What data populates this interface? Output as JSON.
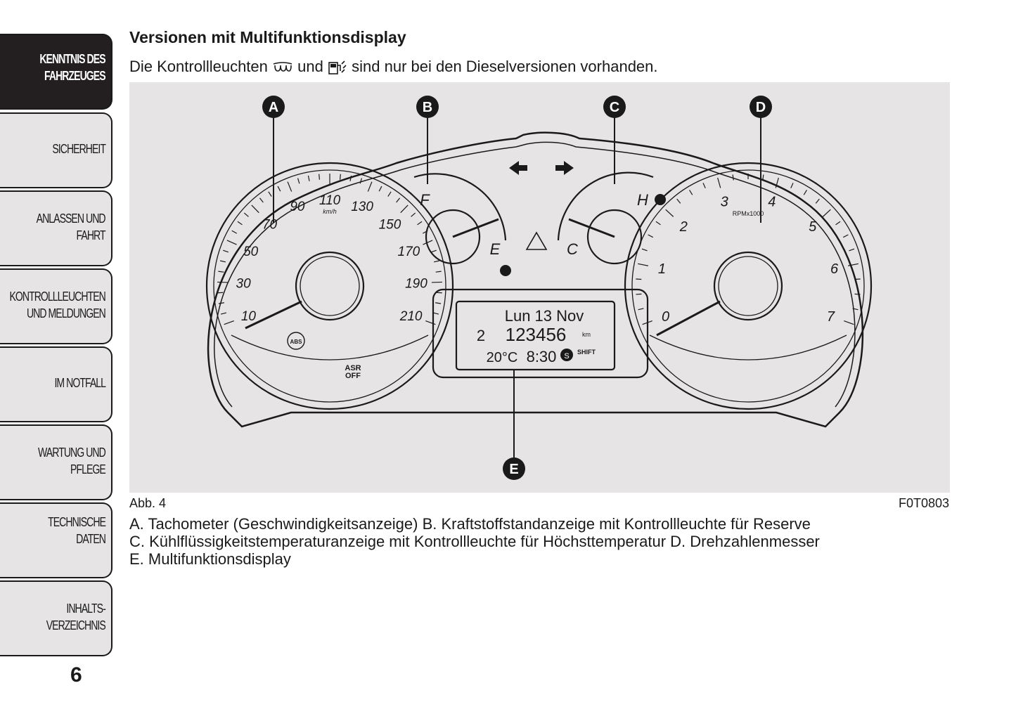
{
  "sidebar": {
    "tabs": [
      {
        "label": "KENNTNIS DES\nFAHRZEUGES",
        "active": true
      },
      {
        "label": "SICHERHEIT",
        "active": false
      },
      {
        "label": "ANLASSEN UND\nFAHRT",
        "active": false
      },
      {
        "label": "KONTROLLLEUCHTEN\nUND MELDUNGEN",
        "active": false
      },
      {
        "label": "IM NOTFALL",
        "active": false
      },
      {
        "label": "WARTUNG UND\nPFLEGE",
        "active": false
      },
      {
        "label": "TECHNISCHE DATEN",
        "active": false
      },
      {
        "label": "INHALTS-\nVERZEICHNIS",
        "active": false
      }
    ]
  },
  "page_number": "6",
  "section_heading": "Versionen mit Multifunktionsdisplay",
  "intro": {
    "part1": "Die Kontrollleuchten",
    "part2": "und",
    "part3": "sind nur bei den Dieselversionen vorhanden.",
    "icon1": "glow-plug-icon",
    "icon2": "water-in-fuel-icon"
  },
  "figure": {
    "callouts": [
      "A",
      "B",
      "C",
      "D",
      "E"
    ],
    "speedo_ticks": [
      "10",
      "30",
      "50",
      "70",
      "90",
      "110",
      "130",
      "150",
      "170",
      "190",
      "210"
    ],
    "speedo_unit": "km/h",
    "tacho_ticks": [
      "0",
      "1",
      "2",
      "3",
      "4",
      "5",
      "6",
      "7"
    ],
    "tacho_unit": "RPMx1000",
    "fuel_full": "F",
    "fuel_empty": "E",
    "temp_hot": "H",
    "temp_cold": "C",
    "display": {
      "line1": "Lun 13 Nov",
      "gear": "2",
      "odometer": "123456",
      "odo_unit": "km",
      "temp": "20°C",
      "time": "8:30",
      "shift": "SHIFT",
      "s_mode": "S"
    },
    "asr_label": "ASR\nOFF",
    "abs_label": "ABS"
  },
  "figure_label": "Abb. 4",
  "figure_code": "F0T0803",
  "caption": {
    "line1": "A. Tachometer (Geschwindigkeitsanzeige) B. Kraftstoffstandanzeige mit Kontrollleuchte für Reserve",
    "line2": "C. Kühlflüssigkeitstemperaturanzeige mit Kontrollleuchte für Höchsttemperatur D. Drehzahlenmesser",
    "line3": "E. Multifunktionsdisplay"
  }
}
